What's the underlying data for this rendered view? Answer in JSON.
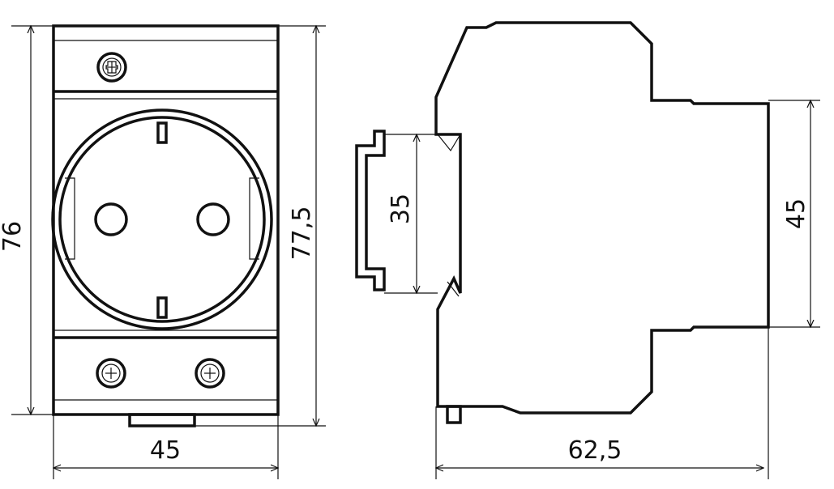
{
  "dimensions": {
    "front_height_76": "76",
    "front_height_77_5": "77,5",
    "front_width_45": "45",
    "rail_width_35": "35",
    "side_depth_62_5": "62,5",
    "side_height_45": "45"
  },
  "colors": {
    "line": "#111111",
    "background": "#ffffff"
  }
}
